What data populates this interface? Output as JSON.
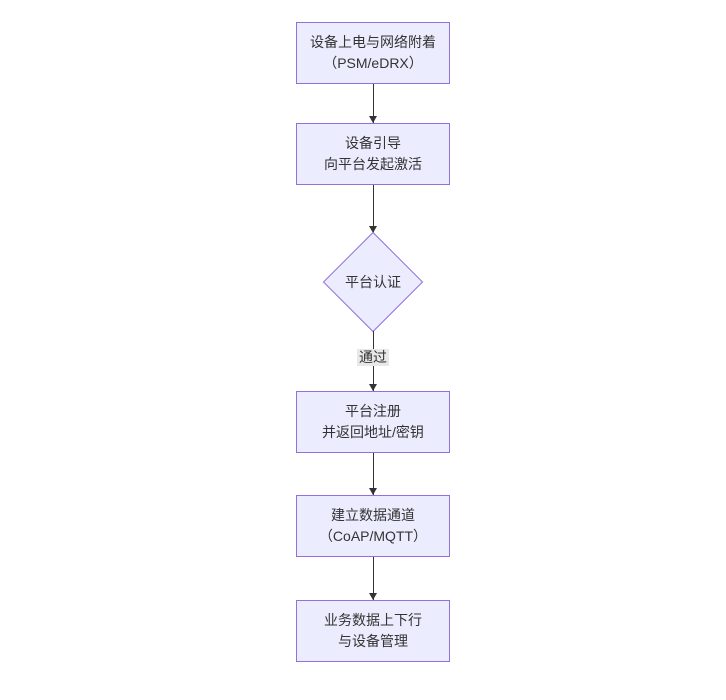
{
  "diagram": {
    "type": "flowchart",
    "direction": "top-down",
    "colors": {
      "background": "#ffffff",
      "node_fill": "#ECECFF",
      "node_border": "#9370DB",
      "text": "#333333",
      "arrow": "#333333",
      "edge_label_background": "#e8e8e8"
    },
    "nodes": [
      {
        "id": "power-attach",
        "shape": "rect",
        "line1": "设备上电与网络附着",
        "line2": "（PSM/eDRX）"
      },
      {
        "id": "bootstrap",
        "shape": "rect",
        "line1": "设备引导",
        "line2": "向平台发起激活"
      },
      {
        "id": "platform-auth",
        "shape": "diamond",
        "line1": "平台认证",
        "line2": ""
      },
      {
        "id": "platform-register",
        "shape": "rect",
        "line1": "平台注册",
        "line2": "并返回地址/密钥"
      },
      {
        "id": "data-channel",
        "shape": "rect",
        "line1": "建立数据通道",
        "line2": "（CoAP/MQTT）"
      },
      {
        "id": "business-data",
        "shape": "rect",
        "line1": "业务数据上下行",
        "line2": "与设备管理"
      }
    ],
    "edges": [
      {
        "from": "power-attach",
        "to": "bootstrap",
        "label": ""
      },
      {
        "from": "bootstrap",
        "to": "platform-auth",
        "label": ""
      },
      {
        "from": "platform-auth",
        "to": "platform-register",
        "label": "通过"
      },
      {
        "from": "platform-register",
        "to": "data-channel",
        "label": ""
      },
      {
        "from": "data-channel",
        "to": "business-data",
        "label": ""
      }
    ]
  }
}
